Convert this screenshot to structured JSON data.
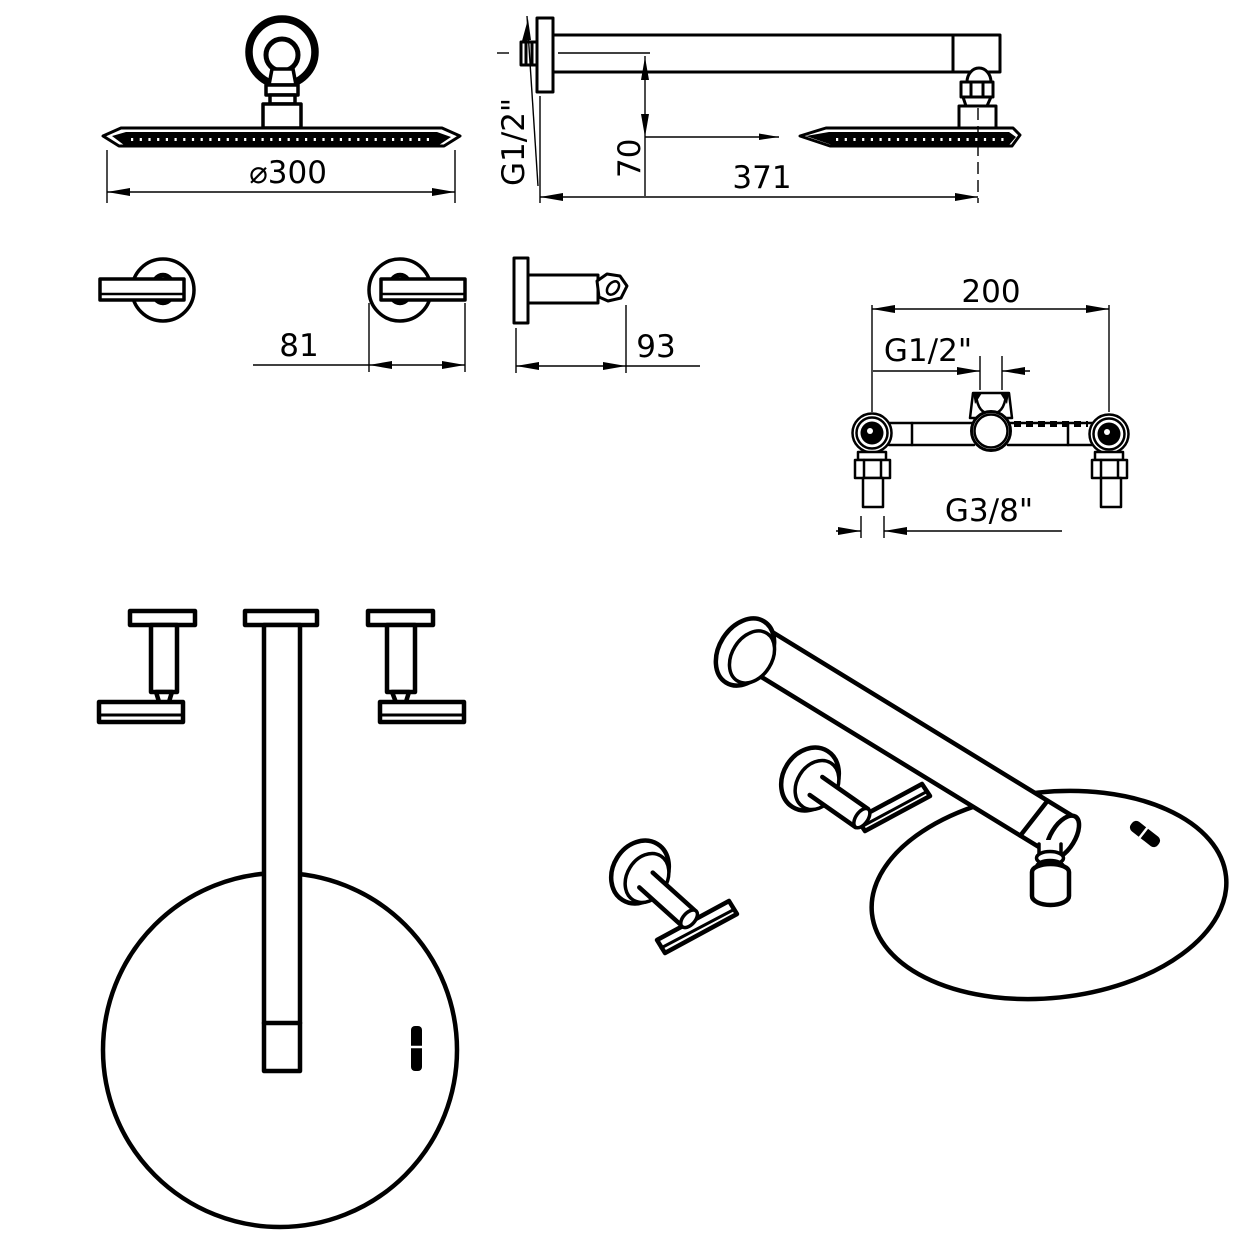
{
  "drawing": {
    "background": "#ffffff",
    "line_color": "#000000",
    "dimensions": {
      "head_diameter": "⌀300",
      "arm_thread": "G1/2\"",
      "arm_drop": "70",
      "arm_length": "371",
      "handle_length": "81",
      "spout_length": "93",
      "valve_spacing": "200",
      "outlet_thread": "G1/2\"",
      "inlet_thread": "G3/8\""
    }
  }
}
